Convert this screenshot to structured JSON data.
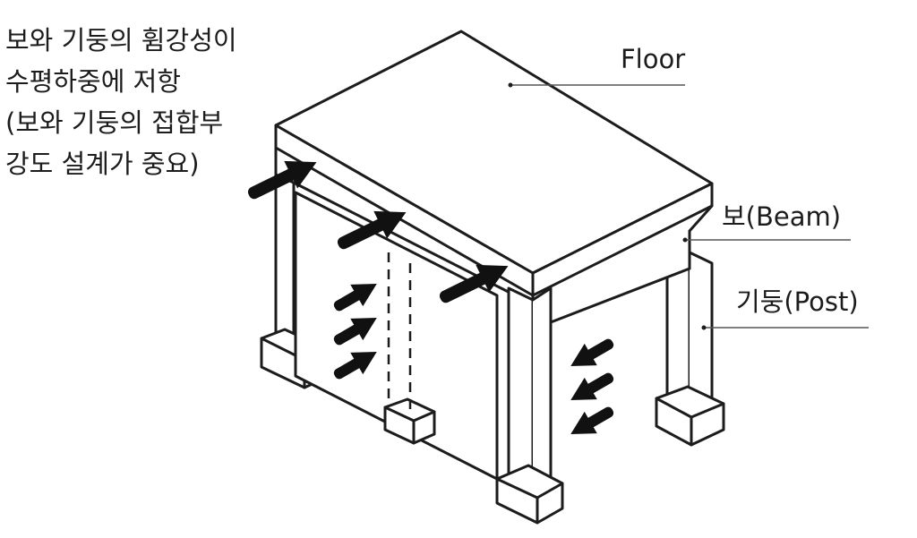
{
  "caption": {
    "lines": [
      "보와 기둥의 휨강성이",
      "수평하중에 저항",
      "(보와 기둥의 접합부",
      "강도 설계가 중요)"
    ]
  },
  "labels": {
    "floor": "Floor",
    "beam": "보(Beam)",
    "post": "기둥(Post)"
  },
  "colors": {
    "line": "#1c1c1c",
    "arrow": "#111111"
  }
}
